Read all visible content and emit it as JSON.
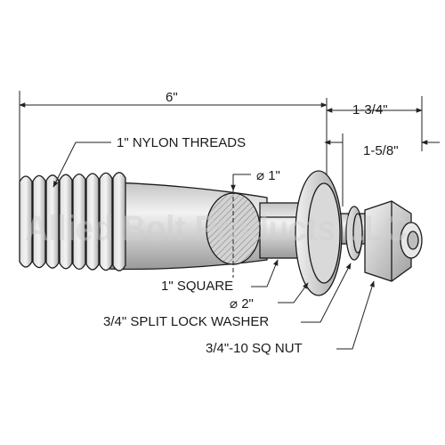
{
  "dimensions": {
    "overall_length": "6\"",
    "right_total": "1-3/4\"",
    "right_inner": "1-5/8\""
  },
  "callouts": {
    "threads": "1\" NYLON THREADS",
    "shank_diameter": "1\"",
    "square": "1\" SQUARE",
    "washer_diameter": "2\"",
    "lock_washer": "3/4\" SPLIT LOCK WASHER",
    "nut": "3/4\"-10 SQ NUT"
  },
  "watermark": "Allied Bolt Products LLC",
  "colors": {
    "metal_light": "#ededed",
    "metal_mid": "#c9c9c9",
    "metal_dark": "#8d8d8d",
    "line": "#1b1b1b"
  }
}
